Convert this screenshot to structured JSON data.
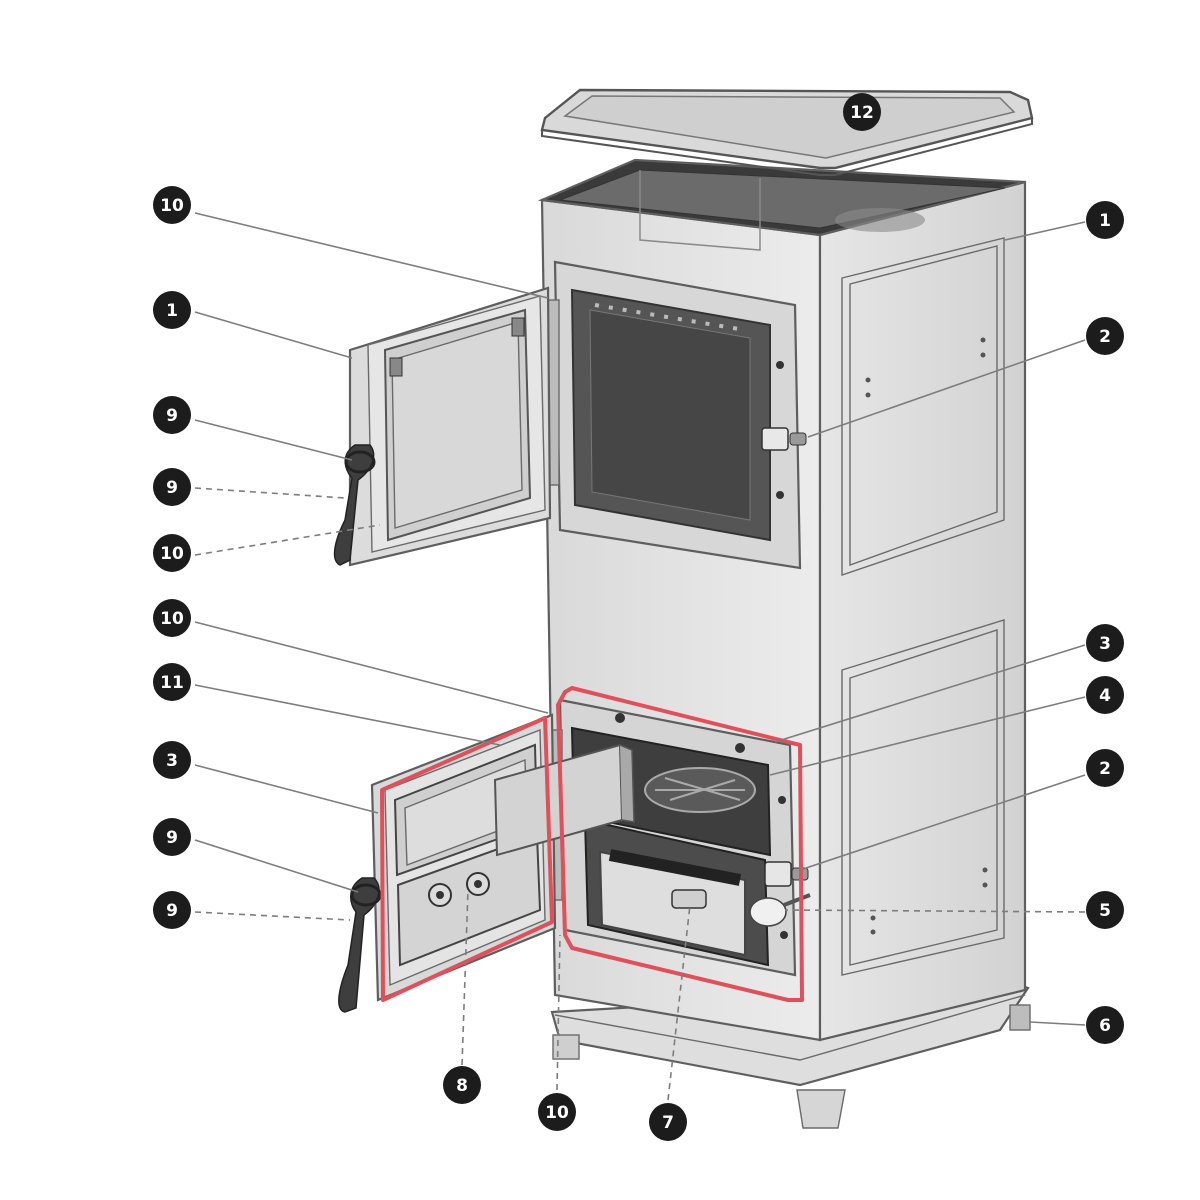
{
  "callouts": [
    {
      "id": "c12",
      "label": "12"
    },
    {
      "id": "c1r",
      "label": "1"
    },
    {
      "id": "c2t",
      "label": "2"
    },
    {
      "id": "c3r",
      "label": "3"
    },
    {
      "id": "c4",
      "label": "4"
    },
    {
      "id": "c2b",
      "label": "2"
    },
    {
      "id": "c5",
      "label": "5"
    },
    {
      "id": "c6",
      "label": "6"
    },
    {
      "id": "c7",
      "label": "7"
    },
    {
      "id": "c10b",
      "label": "10"
    },
    {
      "id": "c8",
      "label": "8"
    },
    {
      "id": "c10t",
      "label": "10"
    },
    {
      "id": "c1l",
      "label": "1"
    },
    {
      "id": "c9a",
      "label": "9"
    },
    {
      "id": "c9b",
      "label": "9"
    },
    {
      "id": "c10m",
      "label": "10"
    },
    {
      "id": "c10l",
      "label": "10"
    },
    {
      "id": "c11",
      "label": "11"
    },
    {
      "id": "c3l",
      "label": "3"
    },
    {
      "id": "c9c",
      "label": "9"
    },
    {
      "id": "c9d",
      "label": "9"
    }
  ],
  "colors": {
    "callout_fill": "#1c1c1c",
    "highlight": "#e0505a",
    "stove_body": "#e4e4e4",
    "stove_dark": "#4f4f4f"
  }
}
